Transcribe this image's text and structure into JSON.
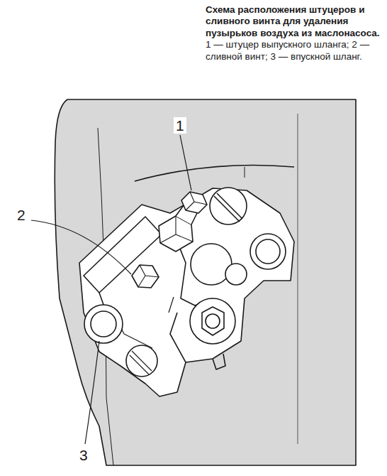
{
  "diagram": {
    "title": "Схема расположения штуцеров и сливного винта для удаления пузырьков воздуха из маслонасоса.",
    "caption": "1 — штуцер выпускного шланга; 2 — сливной винт; 3 — впускной шланг.",
    "labels": [
      "1",
      "2",
      "3"
    ]
  }
}
